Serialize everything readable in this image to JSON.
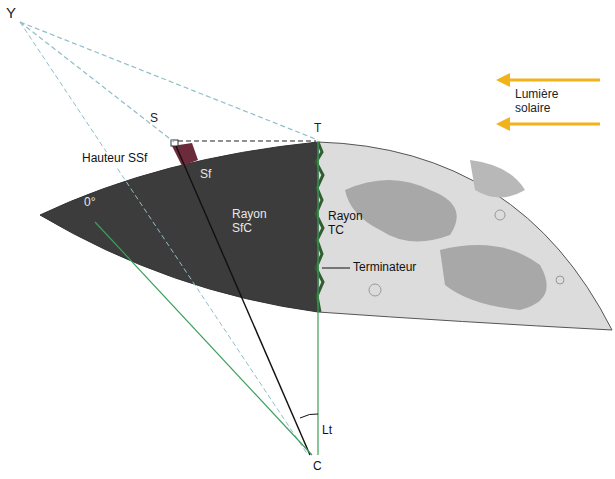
{
  "diagram": {
    "labels": [
      "Y",
      "S",
      "T",
      "Hauteur SSf",
      "Sf",
      "Rayon SfC",
      "Rayon TC",
      "Terminateur",
      "Lumière solaire",
      "0°",
      "Lt",
      "C"
    ]
  }
}
